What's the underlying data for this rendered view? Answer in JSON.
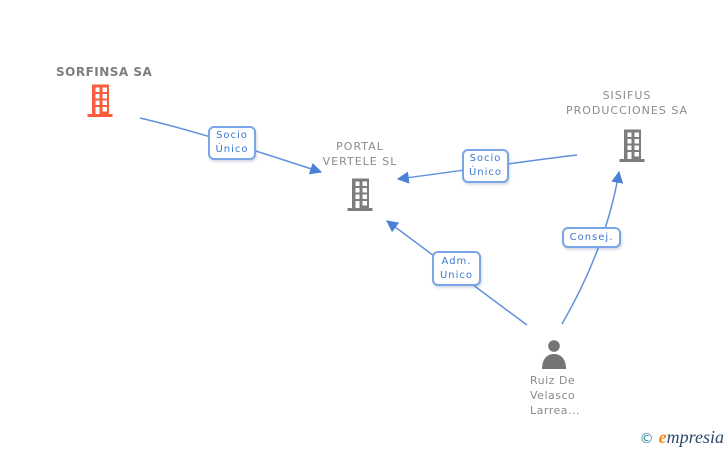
{
  "colors": {
    "edge_blue": "#6290dd",
    "arrow_blue": "#4b80d6",
    "label_border": "#7aa5e8",
    "label_text": "#3d77cf",
    "company_orange": "#fb5d3d",
    "company_gray": "#7d7d7d",
    "person_gray": "#757575",
    "node_text": "#8b8b8b"
  },
  "nodes": {
    "sorfinsa": {
      "name": "SORFINSA SA"
    },
    "portal": {
      "name_line1": "PORTAL",
      "name_line2": "VERTELE SL"
    },
    "sisifus": {
      "name_line1": "SISIFUS",
      "name_line2": "PRODUCCIONES SA"
    },
    "person": {
      "name_line1": "Ruiz De",
      "name_line2": "Velasco",
      "name_line3": "Larrea..."
    }
  },
  "edges": {
    "sorfinsa_portal": {
      "label_line1": "Socio",
      "label_line2": "Único"
    },
    "sisifus_portal": {
      "label_line1": "Socio",
      "label_line2": "Único"
    },
    "person_portal": {
      "label_line1": "Adm.",
      "label_line2": "Unico"
    },
    "person_sisifus": {
      "label": "Consej."
    }
  },
  "branding": {
    "copyright": "©",
    "logo_first_letter": "e",
    "logo_rest": "mpresia"
  }
}
